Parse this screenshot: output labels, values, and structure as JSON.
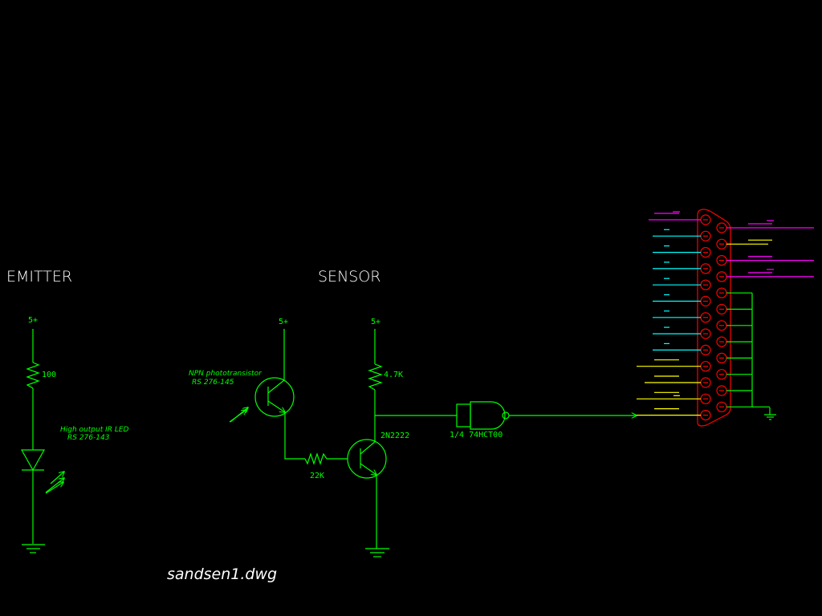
{
  "drawing": {
    "filename": "sandsen1.dwg",
    "colors": {
      "background": "#000000",
      "circuit": "#00ff00",
      "titles": "#ffffff",
      "connector": "#ff0000",
      "pins_magenta": "#ff00ff",
      "pins_cyan": "#00ffff",
      "pins_yellow": "#ffff00"
    }
  },
  "emitter": {
    "title": "EMITTER",
    "supply_label": "5+",
    "resistor_label": "100",
    "led_label_line1": "High output IR LED",
    "led_label_line2": "RS 276-143"
  },
  "sensor": {
    "title": "SENSOR",
    "photo_supply_label": "5+",
    "photo_label_line1": "NPN phototransistor",
    "photo_label_line2": "RS 276-145",
    "base_resistor_label": "22K",
    "collector_supply_label": "5+",
    "collector_resistor_label": "4.7K",
    "transistor_label": "2N2222",
    "gate_label": "1/4 74HCT00"
  },
  "connector": {
    "type": "DB-25",
    "top_row_pins": 13,
    "bottom_row_pins": 12
  }
}
